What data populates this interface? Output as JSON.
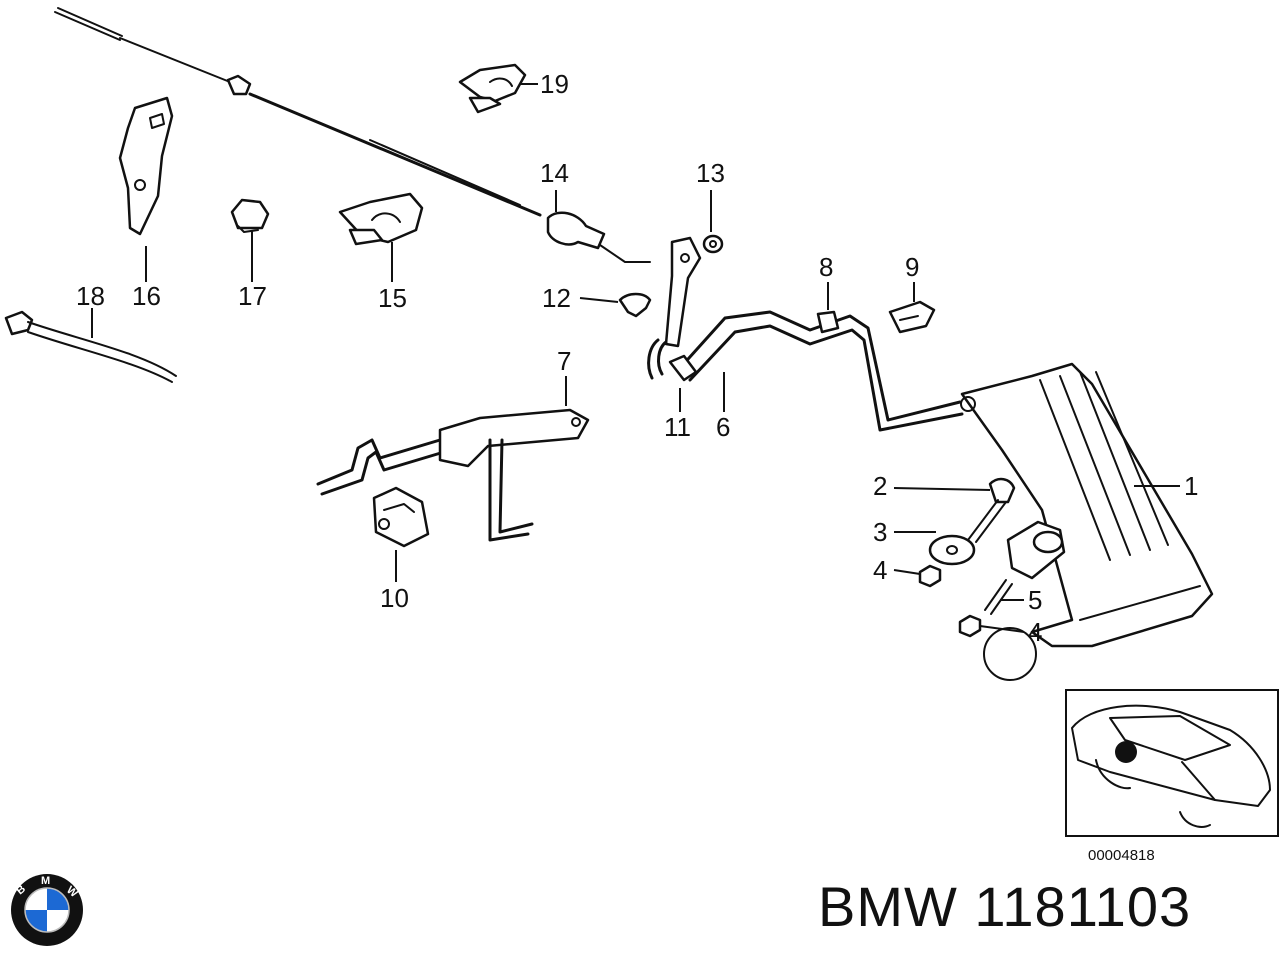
{
  "diagram": {
    "callouts": {
      "c1": "1",
      "c2": "2",
      "c3": "3",
      "c4a": "4",
      "c4b": "4",
      "c5": "5",
      "c6": "6",
      "c7": "7",
      "c8": "8",
      "c9": "9",
      "c10": "10",
      "c11": "11",
      "c12": "12",
      "c13": "13",
      "c14": "14",
      "c15": "15",
      "c16": "16",
      "c17": "17",
      "c18": "18",
      "c19": "19"
    },
    "reference_number": "00004818"
  },
  "brand": {
    "logo_letters": "BMW",
    "title": "BMW 1181103"
  },
  "colors": {
    "line": "#111111",
    "background": "#ffffff",
    "logo_blue": "#1c69d4"
  }
}
